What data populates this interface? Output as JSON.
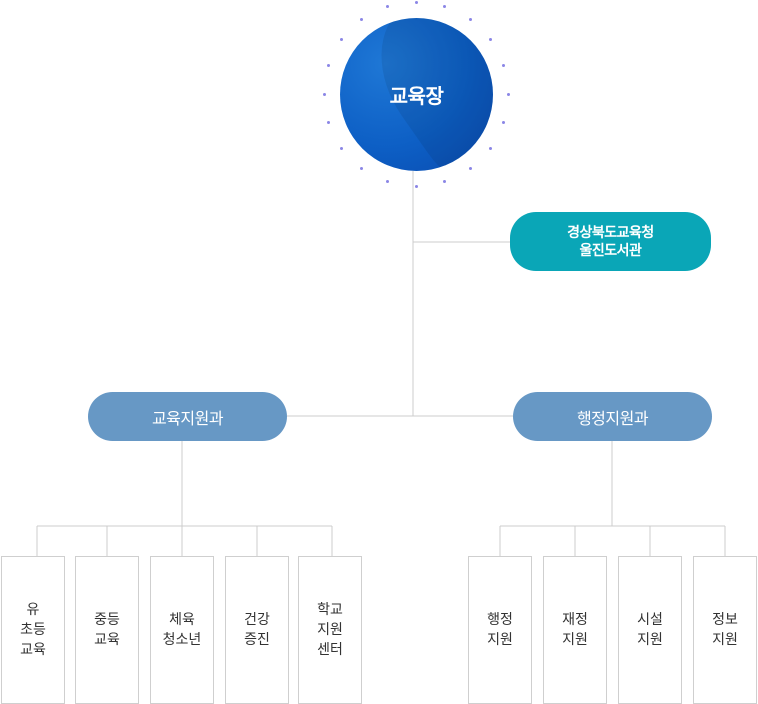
{
  "superintendent": {
    "label": "교육장"
  },
  "library": {
    "label": "경상북도교육청\n울진도서관"
  },
  "departments": [
    {
      "label": "교육지원과"
    },
    {
      "label": "행정지원과"
    }
  ],
  "edu_teams": [
    {
      "label": "유\n초등\n교육"
    },
    {
      "label": "중등\n교육"
    },
    {
      "label": "체육\n청소년"
    },
    {
      "label": "건강\n증진"
    },
    {
      "label": "학교\n지원\n센터"
    }
  ],
  "admin_teams": [
    {
      "label": "행정\n지원"
    },
    {
      "label": "재정\n지원"
    },
    {
      "label": "시설\n지원"
    },
    {
      "label": "정보\n지원"
    }
  ],
  "colors": {
    "head": "#0d5fc5",
    "library": "#0aa6b7",
    "department": "#6798c5",
    "line": "#cccccc",
    "dots": "#8b86e6"
  }
}
